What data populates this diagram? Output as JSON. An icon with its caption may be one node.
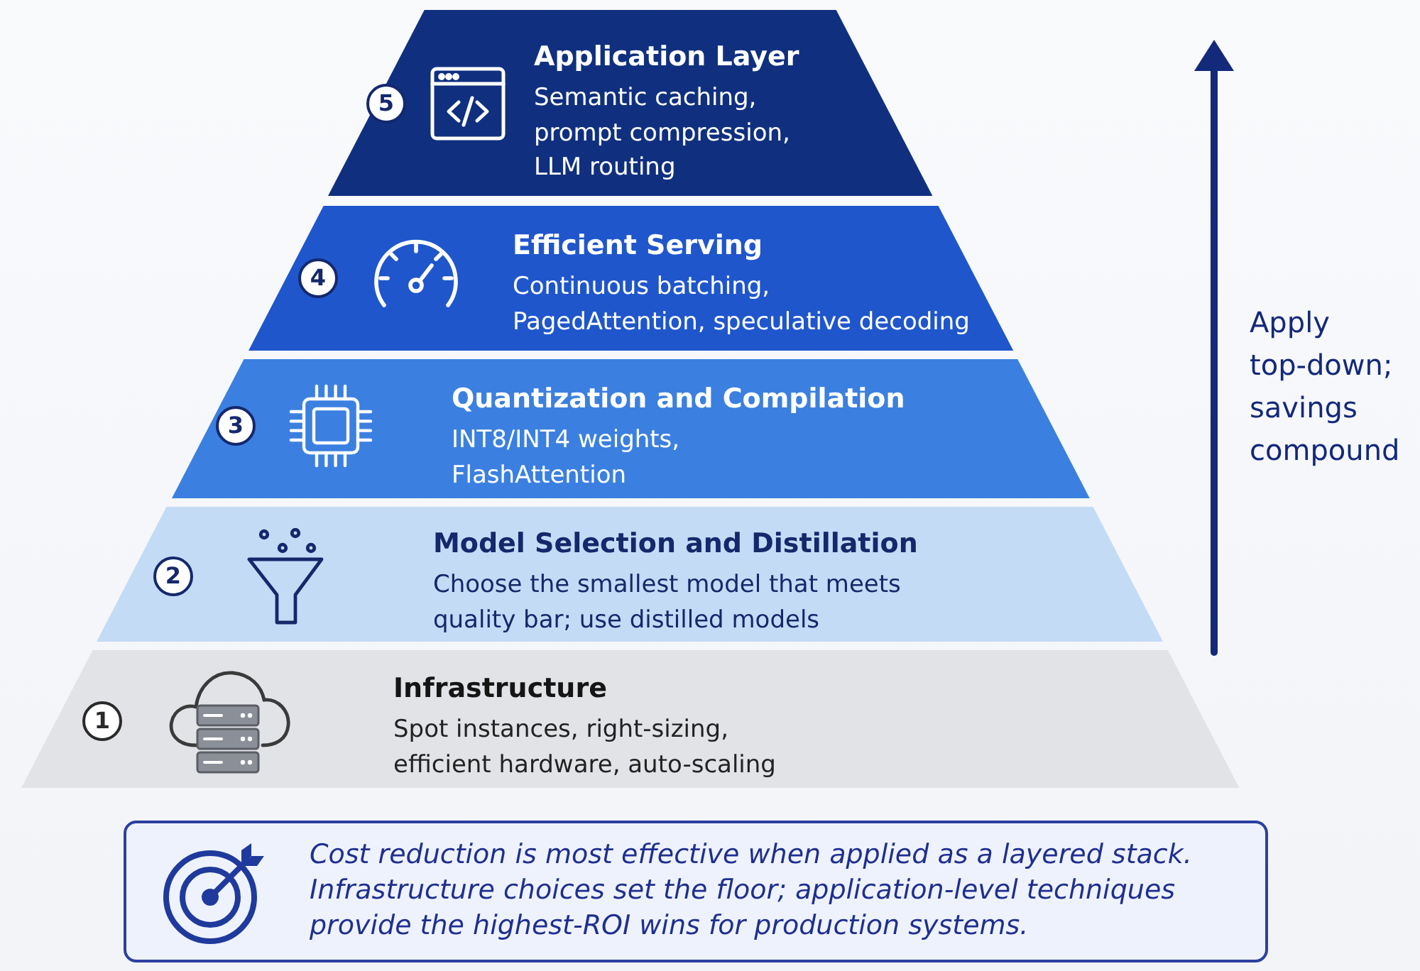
{
  "diagram": {
    "nodes": [
      {
        "text": [
          "Application Layer",
          "Semantic caching, prompt compression, LLM routing"
        ]
      },
      {
        "text": [
          "5"
        ],
        "in": 0
      },
      {
        "text": [
          "Efficient Serving",
          "Continuous batching, PagedAttention, speculative decoding"
        ]
      },
      {
        "text": [
          "4"
        ],
        "in": 2
      },
      {
        "text": [
          "Quantization and Compilation",
          "INT8/INT4 weights, FlashAttention"
        ]
      },
      {
        "text": [
          "3"
        ],
        "in": 4
      },
      {
        "text": [
          "Model Selection and Distillation",
          "Choose the smallest model that meets quality bar; use distilled models"
        ]
      },
      {
        "text": [
          "2"
        ],
        "in": 6
      },
      {
        "text": [
          "Infrastructure",
          "Spot instances, right-sizing, efficient hardware, auto-scaling"
        ]
      },
      {
        "text": [
          "1"
        ],
        "in": 8
      },
      {
        "text": [
          "Cost reduction is most effective when applied as a layered stack. Infrastructure choices set the floor; application-level techniques provide the highest-ROI wins for production systems."
        ]
      }
    ],
    "labels": [
      "Apply top-down; savings compound"
    ]
  }
}
